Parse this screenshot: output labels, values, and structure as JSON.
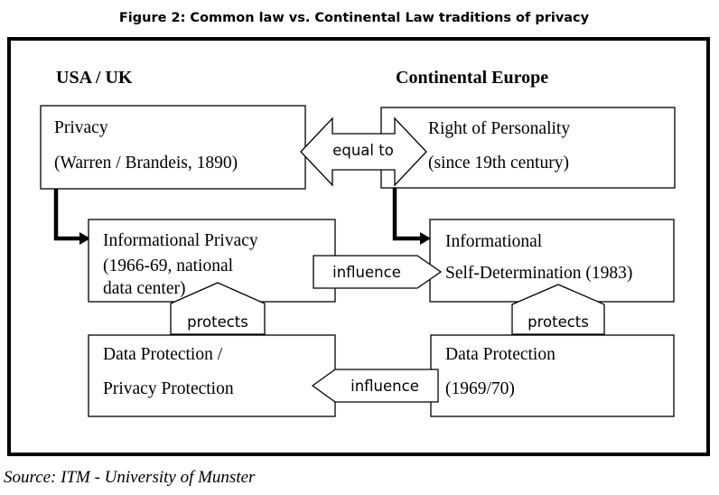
{
  "figure_title": "Figure 2: Common law vs. Continental Law traditions of privacy",
  "left_heading": "USA / UK",
  "right_heading": "Continental Europe",
  "boxes": {
    "privacy": {
      "line1": "Privacy",
      "line2": "(Warren / Brandeis, 1890)"
    },
    "personality": {
      "line1": "Right of Personality",
      "line2": "(since 19th century)"
    },
    "info_privacy": {
      "line1": "Informational Privacy",
      "line2": "(1966-69, national",
      "line3": "data center)"
    },
    "info_self_det": {
      "line1": "Informational",
      "line2": "Self-Determination (1983)"
    },
    "data_prot_left": {
      "line1": "Data Protection /",
      "line2": "Privacy Protection"
    },
    "data_prot_right": {
      "line1": "Data Protection",
      "line2": "(1969/70)"
    }
  },
  "connectors": {
    "equal_to": "equal to",
    "influence_top": "influence",
    "influence_bottom": "influence",
    "protects_left": "protects",
    "protects_right": "protects"
  },
  "source": "Source: ITM - University of Munster"
}
